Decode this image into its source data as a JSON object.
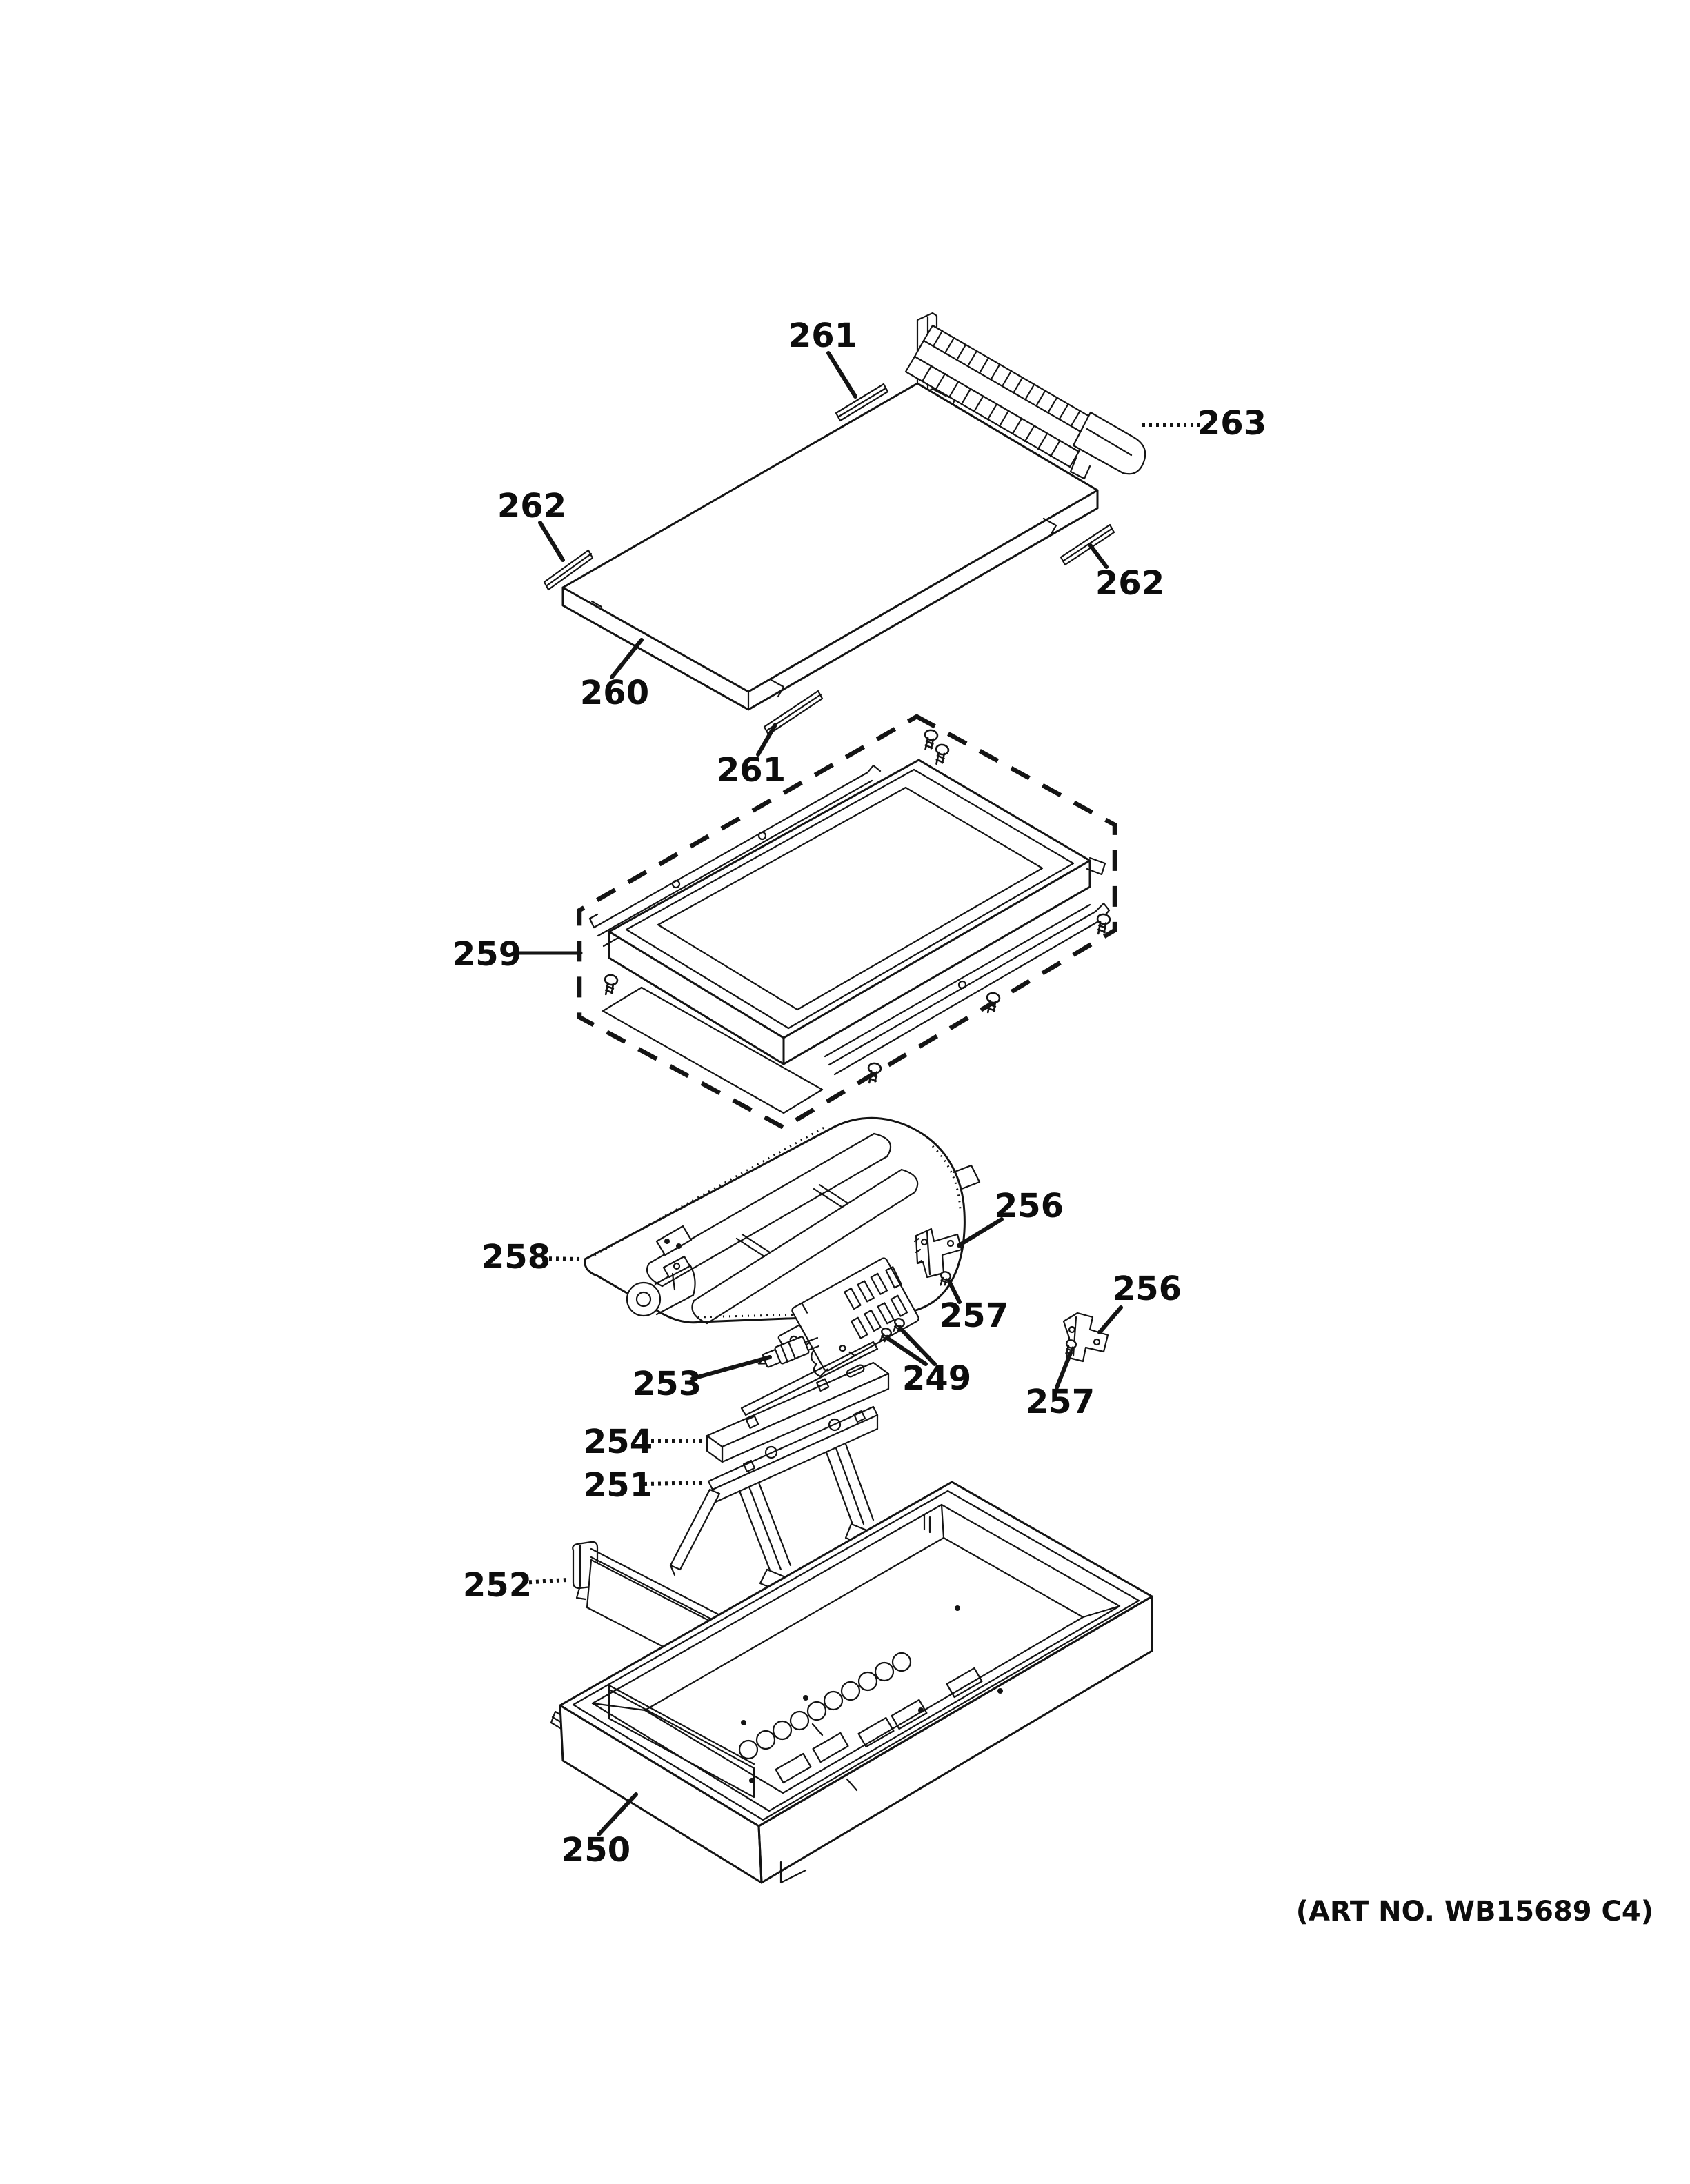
{
  "figure": {
    "type": "exploded-parts-diagram",
    "subject": "griddle / cooktop assembly",
    "art_no": "(ART NO. WB15689 C4)",
    "colors": {
      "background": "#ffffff",
      "ink": "#141414"
    },
    "callouts": [
      {
        "part": "trim-strip-rear",
        "text": "261"
      },
      {
        "part": "grate",
        "text": "263"
      },
      {
        "part": "trim-strip-left",
        "text": "262"
      },
      {
        "part": "trim-strip-right",
        "text": "262"
      },
      {
        "part": "griddle-plate",
        "text": "260"
      },
      {
        "part": "trim-strip-front",
        "text": "261"
      },
      {
        "part": "frame-tray-assembly",
        "text": "259"
      },
      {
        "part": "burner-tube",
        "text": "258"
      },
      {
        "part": "bracket-upper",
        "text": "256"
      },
      {
        "part": "screw-upper",
        "text": "257"
      },
      {
        "part": "bracket-right",
        "text": "256"
      },
      {
        "part": "screw-right",
        "text": "257"
      },
      {
        "part": "igniter",
        "text": "253"
      },
      {
        "part": "screw-pair",
        "text": "249"
      },
      {
        "part": "support-bar",
        "text": "254"
      },
      {
        "part": "support-bracket",
        "text": "251"
      },
      {
        "part": "drawer-front-rail",
        "text": "252"
      },
      {
        "part": "drawer-pan",
        "text": "250"
      }
    ]
  }
}
